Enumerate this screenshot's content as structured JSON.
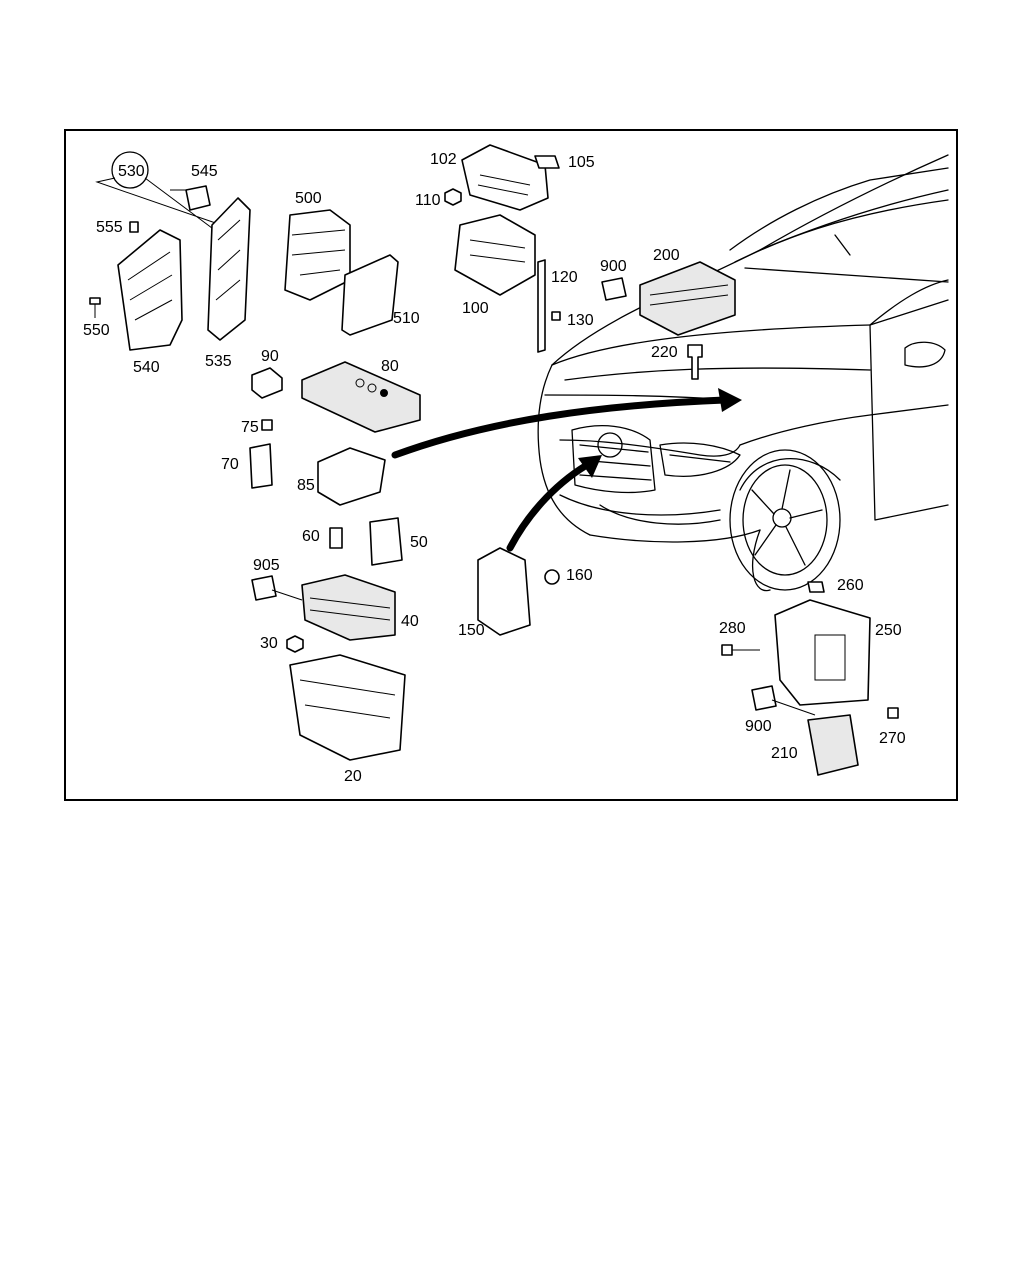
{
  "labels": {
    "p530": "530",
    "p545": "545",
    "p555": "555",
    "p550": "550",
    "p540": "540",
    "p535": "535",
    "p500": "500",
    "p510": "510",
    "p102": "102",
    "p105": "105",
    "p110": "110",
    "p100": "100",
    "p120": "120",
    "p130": "130",
    "p900a": "900",
    "p200": "200",
    "p220": "220",
    "p90": "90",
    "p80": "80",
    "p75": "75",
    "p70": "70",
    "p85": "85",
    "p60": "60",
    "p50": "50",
    "p905": "905",
    "p40": "40",
    "p30": "30",
    "p20": "20",
    "p160": "160",
    "p150": "150",
    "p260": "260",
    "p280": "280",
    "p250": "250",
    "p900b": "900",
    "p270": "270",
    "p210": "210"
  }
}
